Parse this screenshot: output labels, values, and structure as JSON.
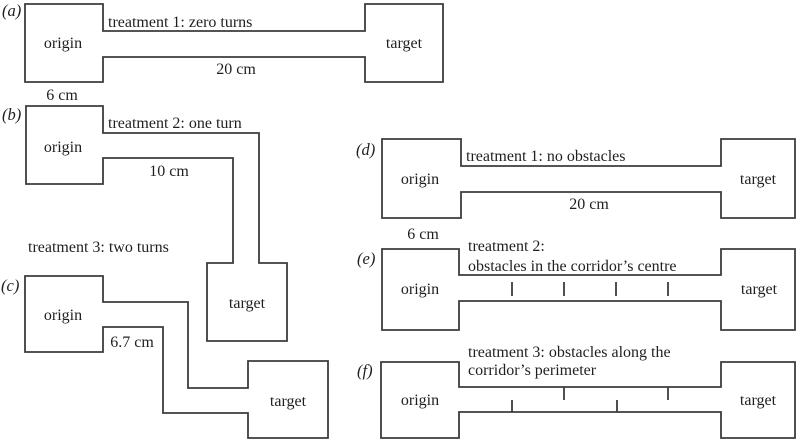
{
  "figure": {
    "colors": {
      "background": "#ffffff",
      "stroke": "#3d3d3d",
      "text": "#1f1f1f"
    },
    "panels": {
      "a": {
        "label": "(a)",
        "treatment": "treatment 1: zero turns",
        "origin": "origin",
        "target": "target",
        "corridor_length": "20 cm",
        "corridor_width": "6 cm"
      },
      "b": {
        "label": "(b)",
        "treatment": "treatment 2: one turn",
        "origin": "origin",
        "target": "target",
        "segment_length": "10 cm"
      },
      "c": {
        "label": "(c)",
        "treatment": "treatment 3: two turns",
        "origin": "origin",
        "target": "target",
        "segment_length": "6.7 cm"
      },
      "d": {
        "label": "(d)",
        "treatment": "treatment 1: no obstacles",
        "origin": "origin",
        "target": "target",
        "corridor_length": "20 cm",
        "corridor_width": "6 cm"
      },
      "e": {
        "label": "(e)",
        "treatment_line1": "treatment 2:",
        "treatment_line2": "obstacles in the corridor’s centre",
        "origin": "origin",
        "target": "target",
        "obstacle_count": 4
      },
      "f": {
        "label": "(f)",
        "treatment_line1": "treatment 3: obstacles along the",
        "treatment_line2": "corridor’s perimeter",
        "origin": "origin",
        "target": "target",
        "obstacle_count": 4
      }
    }
  }
}
